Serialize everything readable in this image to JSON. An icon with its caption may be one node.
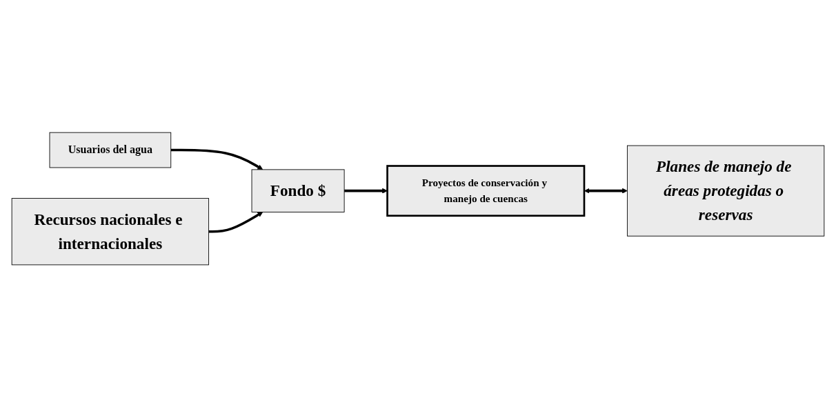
{
  "diagram": {
    "nodes": [
      {
        "text": [
          "Usuarios del agua"
        ]
      },
      {
        "text": [
          "Fondo $"
        ]
      },
      {
        "text": [
          "Proyectos de conservación y manejo de cuencas"
        ]
      },
      {
        "text": [
          "Recursos nacionales e internacionales"
        ]
      },
      {
        "text": [
          "Planes de manejo de áreas protegidas o reservas"
        ]
      }
    ],
    "edges": [
      {
        "from": 0,
        "to": 1,
        "arrow": "to"
      },
      {
        "from": 1,
        "to": 2,
        "arrow": "to"
      },
      {
        "from": 3,
        "to": 1,
        "arrow": "to"
      },
      {
        "from": 2,
        "to": 4,
        "arrow": "both"
      }
    ]
  }
}
